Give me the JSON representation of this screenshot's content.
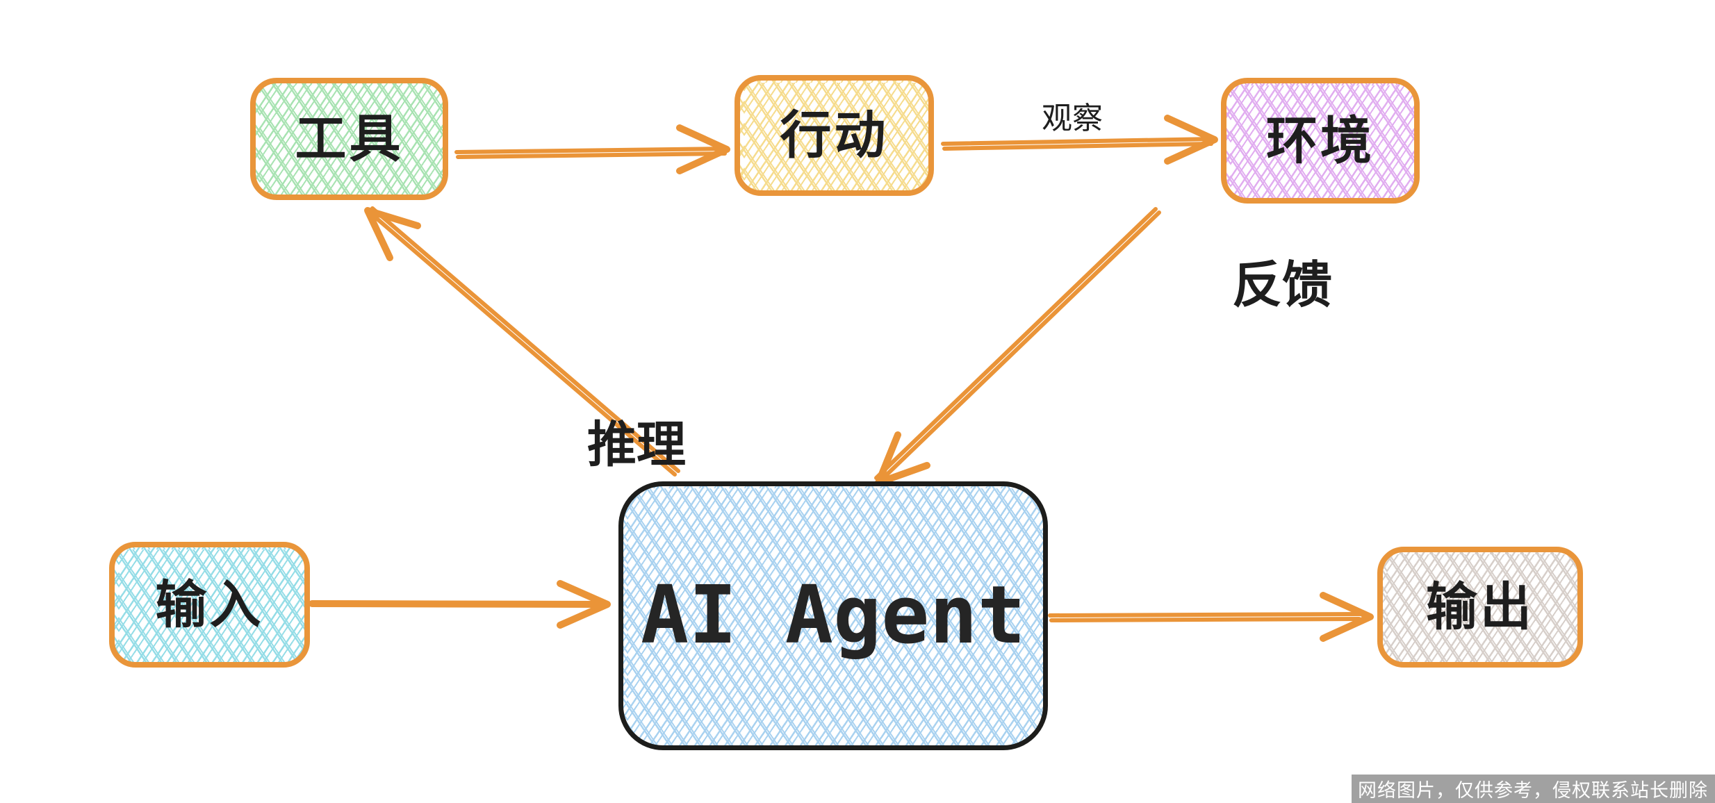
{
  "diagram": {
    "nodes": [
      {
        "id": "tools",
        "label": "工具",
        "fill": "#a8e3b2"
      },
      {
        "id": "action",
        "label": "行动",
        "fill": "#f6dc8e"
      },
      {
        "id": "environment",
        "label": "环境",
        "fill": "#e1adf0"
      },
      {
        "id": "agent",
        "label": "AI Agent",
        "fill": "#a9d2f0"
      },
      {
        "id": "input",
        "label": "输入",
        "fill": "#95dde7"
      },
      {
        "id": "output",
        "label": "输出",
        "fill": "#d7cfca"
      }
    ],
    "edges": [
      {
        "from": "工具",
        "to": "行动",
        "label": ""
      },
      {
        "from": "行动",
        "to": "环境",
        "label": "观察"
      },
      {
        "from": "环境",
        "to": "AI Agent",
        "label": "反馈"
      },
      {
        "from": "AI Agent",
        "to": "工具",
        "label": "推理"
      },
      {
        "from": "输入",
        "to": "AI Agent",
        "label": ""
      },
      {
        "from": "AI Agent",
        "to": "输出",
        "label": ""
      }
    ],
    "colors": {
      "box_border": "#e9953a",
      "agent_border": "#1d1d1b",
      "arrow": "#ea9438",
      "label_text": "#1e1e1e"
    }
  },
  "watermark": {
    "text": "网络图片，仅供参考，侵权联系站长删除",
    "bg": "#a1a1a1",
    "fg": "#ffffff"
  }
}
